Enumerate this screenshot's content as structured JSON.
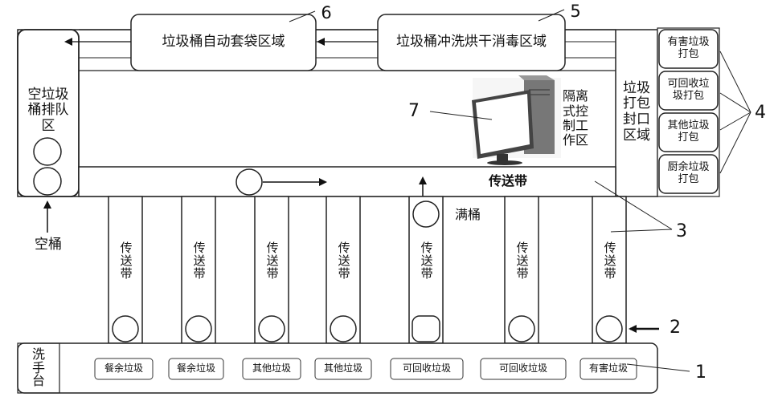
{
  "zones": {
    "bagging": "垃圾桶自动套袋区域",
    "washing": "垃圾桶冲洗烘干消毒区域",
    "empty_queue": [
      "空垃圾",
      "桶排队",
      "区"
    ],
    "sealing": [
      "垃圾",
      "打包",
      "封口",
      "区域"
    ],
    "control": [
      "隔离",
      "式控",
      "制工",
      "作区"
    ],
    "main_conveyor": "传送带",
    "full_bin": "满桶",
    "empty_bin": "空桶",
    "wash_station": [
      "洗",
      "手",
      "台"
    ]
  },
  "packing": [
    [
      "有害垃圾",
      "打包"
    ],
    [
      "可回收垃",
      "圾打包"
    ],
    [
      "其他垃圾",
      "打包"
    ],
    [
      "厨余垃圾",
      "打包"
    ]
  ],
  "branch_conveyor": "传送带",
  "bins": [
    "餐余垃圾",
    "餐余垃圾",
    "其他垃圾",
    "其他垃圾",
    "可回收垃圾",
    "可回收垃圾",
    "有害垃圾"
  ],
  "callouts": {
    "n1": "1",
    "n2": "2",
    "n3": "3",
    "n4": "4",
    "n5": "5",
    "n6": "6",
    "n7": "7"
  }
}
